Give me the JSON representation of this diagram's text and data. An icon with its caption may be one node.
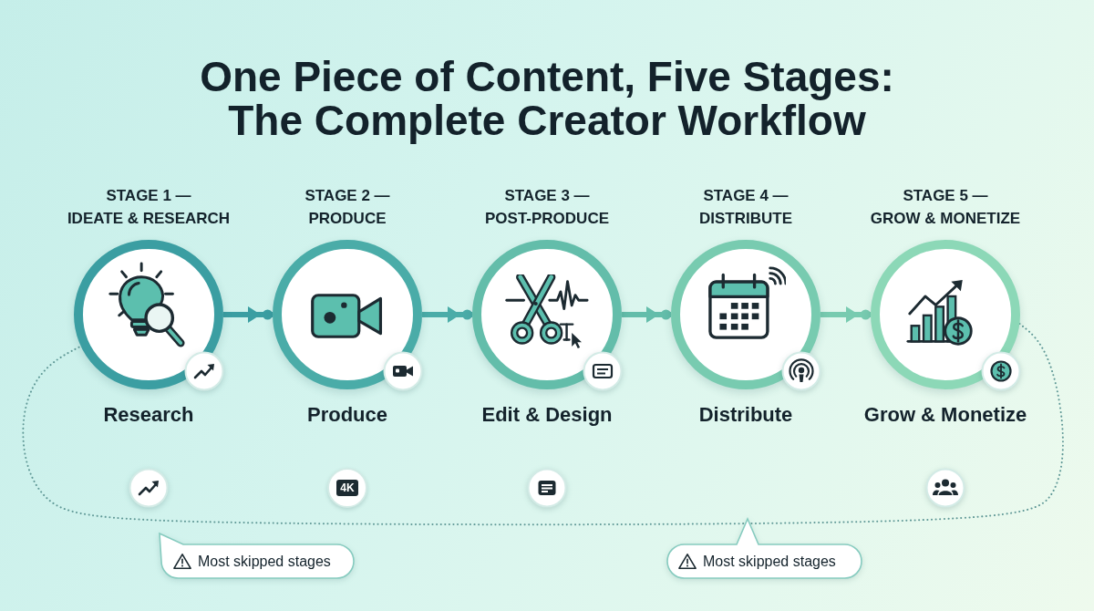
{
  "diagram": {
    "title": "One Piece of Content, Five Stages: The Complete Creator Workflow",
    "nodes": [
      {
        "text": [
          "STAGE 1 — IDEATE & RESEARCH",
          "Research"
        ]
      },
      {
        "text": [
          "STAGE 2 — PRODUCE",
          "Produce"
        ]
      },
      {
        "text": [
          "STAGE 3 — POST-PRODUCE",
          "Edit & Design"
        ]
      },
      {
        "text": [
          "STAGE 4 — DISTRIBUTE",
          "Distribute"
        ]
      },
      {
        "text": [
          "STAGE 5 — GROW & MONETIZE",
          "Grow & Monetize"
        ]
      },
      {
        "text": [
          "Most skipped stages"
        ]
      },
      {
        "text": [
          "Most skipped stages"
        ]
      }
    ],
    "edges": [
      {
        "from": 0,
        "to": 1,
        "arrow": "to",
        "color": "#3b9ea2"
      },
      {
        "from": 1,
        "to": 2,
        "arrow": "to",
        "color": "#4aaca8"
      },
      {
        "from": 2,
        "to": 3,
        "arrow": "to",
        "color": "#63bdaa"
      },
      {
        "from": 3,
        "to": 4,
        "arrow": "to",
        "color": "#78cbb0"
      },
      {
        "from": 4,
        "to": 0,
        "arrow": "none",
        "style": "dashed",
        "color": "#5f9896"
      }
    ],
    "labels": [
      "4K"
    ]
  }
}
